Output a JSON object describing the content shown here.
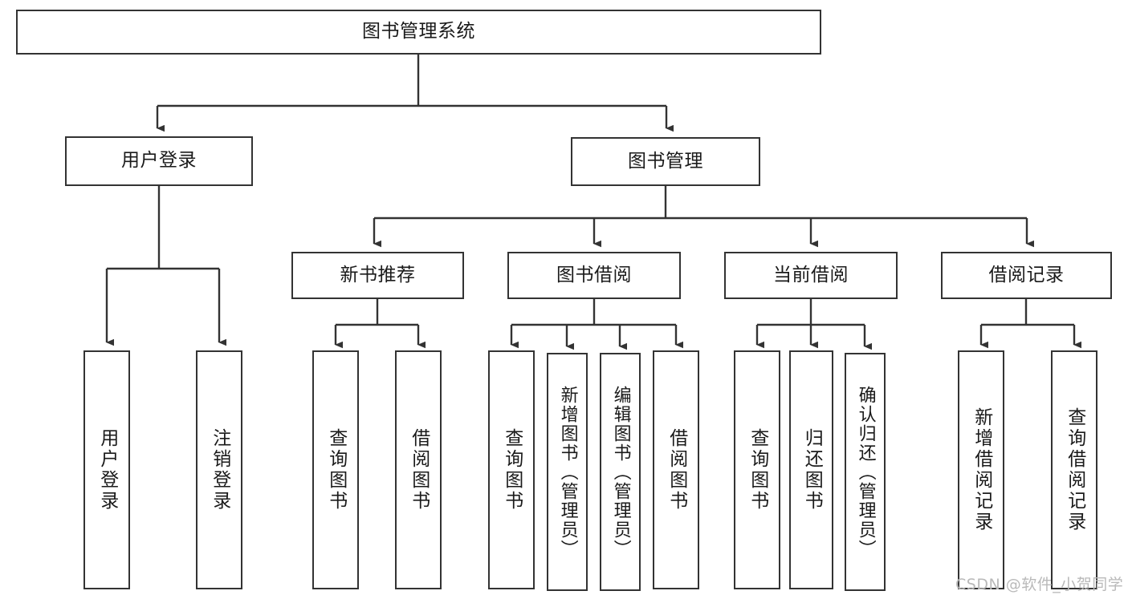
{
  "diagram": {
    "type": "tree-hierarchy",
    "title": "图书管理系统",
    "root": {
      "label": "图书管理系统"
    },
    "level1": [
      {
        "label": "用户登录"
      },
      {
        "label": "图书管理"
      }
    ],
    "level2": [
      {
        "label": "新书推荐"
      },
      {
        "label": "图书借阅"
      },
      {
        "label": "当前借阅"
      },
      {
        "label": "借阅记录"
      }
    ],
    "leaves": {
      "user_login": [
        {
          "label": "用户登录"
        },
        {
          "label": "注销登录"
        }
      ],
      "new_book_recommend": [
        {
          "label": "查询图书"
        },
        {
          "label": "借阅图书"
        }
      ],
      "book_borrow": [
        {
          "label": "查询图书"
        },
        {
          "label": "新增图书（管理员）"
        },
        {
          "label": "编辑图书（管理员）"
        },
        {
          "label": "借阅图书"
        }
      ],
      "current_borrow": [
        {
          "label": "查询图书"
        },
        {
          "label": "归还图书"
        },
        {
          "label": "确认归还（管理员）"
        }
      ],
      "borrow_records": [
        {
          "label": "新增借阅记录"
        },
        {
          "label": "查询借阅记录"
        }
      ]
    }
  },
  "watermark": {
    "text": "CSDN @软件_小贺同学"
  },
  "colors": {
    "stroke": "#333333",
    "background": "#ffffff",
    "text": "#1a1a1a",
    "watermark": "#b9b9b9"
  }
}
